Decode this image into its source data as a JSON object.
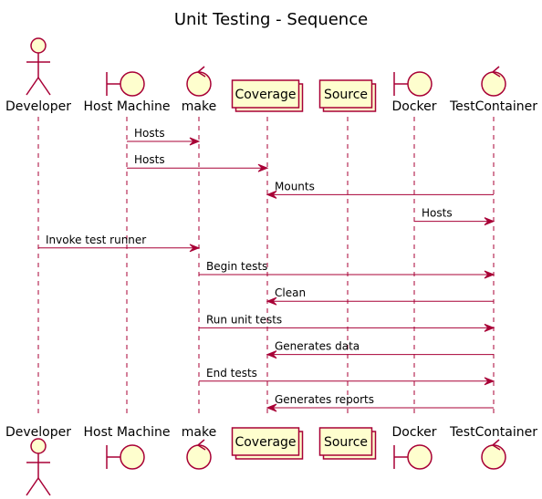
{
  "title": "Unit Testing - Sequence",
  "colors": {
    "line": "#A80036",
    "fill": "#FEFECE"
  },
  "participants": [
    {
      "id": "developer",
      "label": "Developer",
      "kind": "actor"
    },
    {
      "id": "host",
      "label": "Host Machine",
      "kind": "boundary"
    },
    {
      "id": "make",
      "label": "make",
      "kind": "control"
    },
    {
      "id": "coverage",
      "label": "Coverage",
      "kind": "collections"
    },
    {
      "id": "source",
      "label": "Source",
      "kind": "collections"
    },
    {
      "id": "docker",
      "label": "Docker",
      "kind": "boundary"
    },
    {
      "id": "testcontainer",
      "label": "TestContainer",
      "kind": "control"
    }
  ],
  "messages": [
    {
      "from": "host",
      "to": "make",
      "label": "Hosts"
    },
    {
      "from": "host",
      "to": "coverage",
      "label": "Hosts"
    },
    {
      "from": "testcontainer",
      "to": "coverage",
      "label": "Mounts"
    },
    {
      "from": "docker",
      "to": "testcontainer",
      "label": "Hosts"
    },
    {
      "from": "developer",
      "to": "make",
      "label": "Invoke test runner"
    },
    {
      "from": "make",
      "to": "testcontainer",
      "label": "Begin tests"
    },
    {
      "from": "testcontainer",
      "to": "coverage",
      "label": "Clean"
    },
    {
      "from": "make",
      "to": "testcontainer",
      "label": "Run unit tests"
    },
    {
      "from": "testcontainer",
      "to": "coverage",
      "label": "Generates data"
    },
    {
      "from": "make",
      "to": "testcontainer",
      "label": "End tests"
    },
    {
      "from": "testcontainer",
      "to": "coverage",
      "label": "Generates reports"
    }
  ]
}
